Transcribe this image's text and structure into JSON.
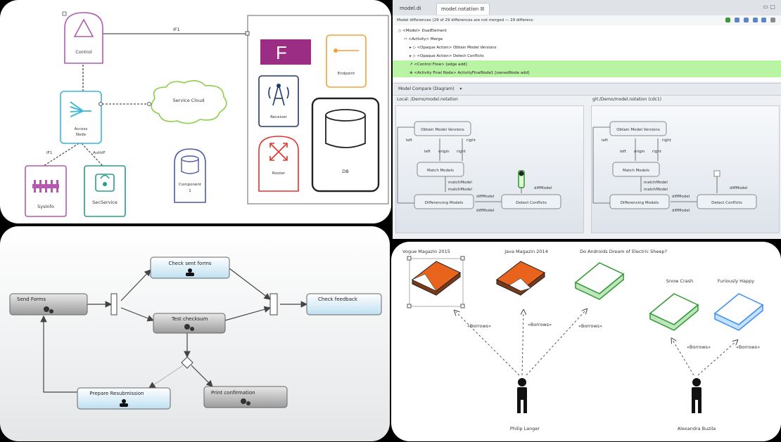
{
  "component_diagram": {
    "control_label": "Control",
    "access_node_label": "Access\nNode",
    "service_cloud_label": "Service Cloud",
    "system_label": "SysInfo",
    "sec_service_label": "SecService",
    "component_label": "Component\n1",
    "receiver_label": "Receiver",
    "router_label": "Router",
    "endpoint_label": "Endpoint",
    "db_label": "DB",
    "edge_if1": "IF1",
    "edge_if1_left": "IF1",
    "edge_authif": "AuthIF"
  },
  "eclipse": {
    "tabs": [
      {
        "label": "model.di"
      },
      {
        "label": "model.notation ☒"
      }
    ],
    "message": "Model differences (29 of 29 differences are not merged — 29 differenc",
    "tree_rows": [
      {
        "text": "◇ <Model> DualElement",
        "indent": 1,
        "highlight": false
      },
      {
        "text": "⇨ <Activity> Merge",
        "indent": 2,
        "highlight": false
      },
      {
        "text": "▸ ◇ <Opaque Action> Obtain Model Versions",
        "indent": 3,
        "highlight": false
      },
      {
        "text": "▸ ◇ <Opaque Action> Detect Conflicts",
        "indent": 3,
        "highlight": false
      },
      {
        "text": "↗ <Control Flow> [edge add]",
        "indent": 3,
        "highlight": true
      },
      {
        "text": "⊕ <Activity Final Node> ActivityFinalNode1 [ownedNode add]",
        "indent": 3,
        "highlight": true
      }
    ],
    "compare_title": "Model Compare (Diagram)",
    "left_pane_title": "Local: /Demo/model.notation",
    "right_pane_title": "git:/Demo/model.notation (cdc1)",
    "nodes": {
      "obtain": "Obtain Model Versions",
      "match": "Match Models",
      "differencing": "Differencing Models",
      "detect": "Detect Conflicts"
    },
    "pins": {
      "left": "left",
      "right": "right",
      "origin": "origin",
      "match_model": "matchModel",
      "diff_model": "diffModel"
    }
  },
  "activity_diagram": {
    "send_forms": "Send Forms",
    "check_sent_forms": "Check sent forms",
    "test_checksum": "Test checksum",
    "check_feedback": "Check feedback",
    "prepare_resubmission": "Prepare Resubmission",
    "print_confirmation": "Print confirmation"
  },
  "usage_diagram": {
    "books": [
      {
        "title": "Vogue Magazin 2015",
        "color": "#e8631c"
      },
      {
        "title": "Java Magazin 2014",
        "color": "#e8631c"
      },
      {
        "title": "Do Androids Dream of Electric Sheep?",
        "color": "#2e9b2e"
      },
      {
        "title": "Snow Crash",
        "color": "#2e9b2e"
      },
      {
        "title": "Furiously Happy",
        "color": "#3a8ff0"
      }
    ],
    "borrows_label": "«Borrows»",
    "actors": [
      {
        "name": "Philip Langer"
      },
      {
        "name": "Alexandra Buzila"
      }
    ]
  }
}
